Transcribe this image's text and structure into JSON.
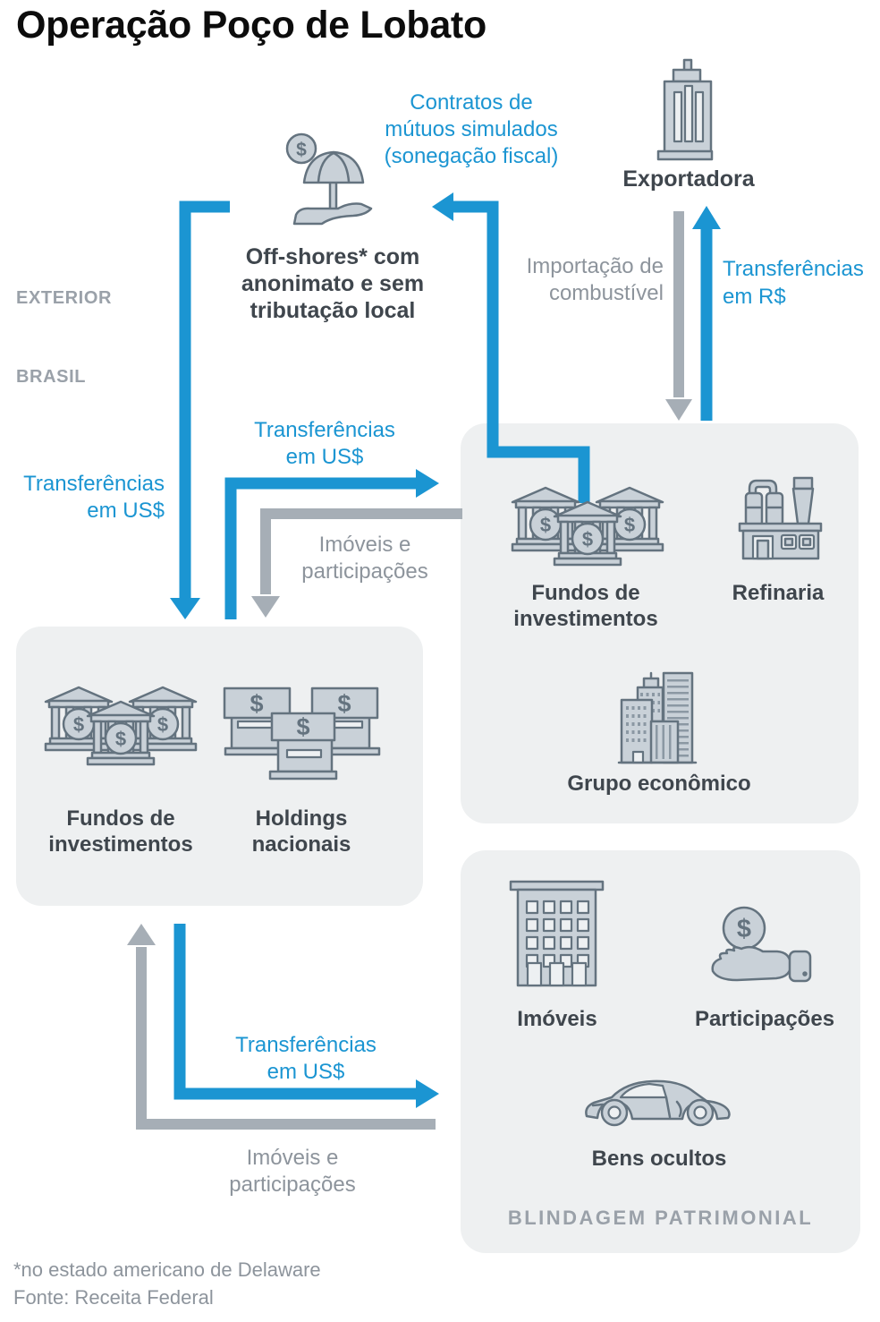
{
  "title": "Operação Poço de Lobato",
  "regions": {
    "exterior": "EXTERIOR",
    "brasil": "BRASIL"
  },
  "currency": {
    "dollar": "$"
  },
  "colors": {
    "accent_blue": "#1b95d2",
    "arrow_gray": "#a6aeb6",
    "panel_bg": "#eef0f1",
    "dark_text": "#3f464d",
    "muted_text": "#8d949c",
    "region_text": "#9aa1a9",
    "icon_fill": "#c9d1d8",
    "icon_stroke": "#64737f"
  },
  "nodes": {
    "offshore": {
      "label": "Off-shores* com\nanonimato e sem\ntributação local"
    },
    "exportadora": {
      "label": "Exportadora"
    }
  },
  "flows": {
    "contratos_mutuos": {
      "label": "Contratos de\nmútuos simulados\n(sonegação fiscal)"
    },
    "importacao_combustivel": {
      "label": "Importação de\ncombustível"
    },
    "transferencias_rs": {
      "label": "Transferências\nem R$"
    },
    "transferencias_us_exterior": {
      "label": "Transferências\nem US$"
    },
    "transferencias_us_interno": {
      "label": "Transferências\nem US$"
    },
    "imoveis_participacoes_interno": {
      "label": "Imóveis e\nparticipações"
    },
    "transferencias_us_blindagem": {
      "label": "Transferências\nem US$"
    },
    "imoveis_participacoes_blindagem": {
      "label": "Imóveis e\nparticipações"
    }
  },
  "panels": {
    "grupo": {
      "fundos": "Fundos de\ninvestimentos",
      "refinaria": "Refinaria",
      "grupo_economico": "Grupo econômico"
    },
    "nacional": {
      "fundos": "Fundos de\ninvestimentos",
      "holdings": "Holdings\nnacionais"
    },
    "blindagem": {
      "imoveis": "Imóveis",
      "participacoes": "Participações",
      "bens_ocultos": "Bens ocultos",
      "titulo": "BLINDAGEM PATRIMONIAL"
    }
  },
  "footnotes": {
    "delaware": "*no estado americano de Delaware",
    "fonte": "Fonte: Receita Federal"
  }
}
